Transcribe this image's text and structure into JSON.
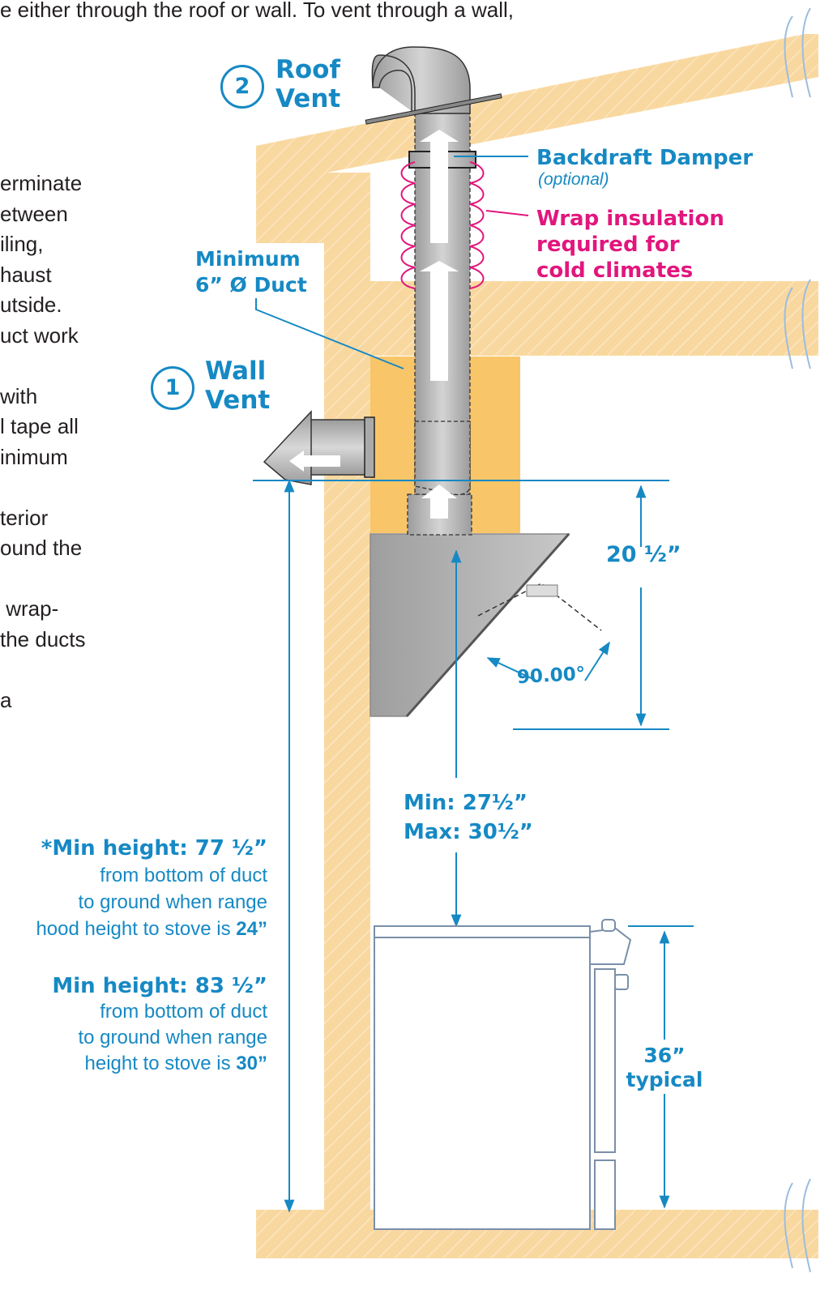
{
  "intro_line": "e either through the roof or wall. To vent through a wall,",
  "body_lines": [
    "erminate",
    "etween",
    "iling,",
    "haust",
    "utside.",
    "uct work",
    "",
    "with",
    "l tape all",
    "inimum",
    "",
    "terior",
    "ound the",
    "",
    " wrap-",
    "the ducts",
    "",
    "a"
  ],
  "roof_vent": {
    "number": "2",
    "line1": "Roof",
    "line2": "Vent"
  },
  "wall_vent": {
    "number": "1",
    "line1": "Wall",
    "line2": "Vent"
  },
  "duct_label": {
    "line1": "Minimum",
    "line2": "6” Ø Duct"
  },
  "damper": {
    "label": "Backdraft Damper",
    "note": "(optional)"
  },
  "insulation": {
    "line1": "Wrap insulation",
    "line2": "required for",
    "line3": "cold climates"
  },
  "hood_height": "20 ½”",
  "angle": "90.00°",
  "clearance": {
    "min": "Min: 27½”",
    "max": "Max: 30½”"
  },
  "min_height_1": {
    "title": "*Min height: 77 ½”",
    "line1": "from bottom of duct",
    "line2": "to ground when range",
    "line3_prefix": "hood height to stove is ",
    "line3_value": "24”"
  },
  "min_height_2": {
    "title": "Min height: 83 ½”",
    "line1": "from bottom of duct",
    "line2": "to ground when range",
    "line3_prefix": "height to stove is ",
    "line3_value": "30”"
  },
  "stove_height": {
    "line1": "36”",
    "line2": "typical"
  },
  "colors": {
    "wood": "#f9d8a0",
    "blue": "#1689c4",
    "pink": "#e2167d",
    "cabinet": "#f8bf59",
    "steel": "#b5b5b5"
  }
}
